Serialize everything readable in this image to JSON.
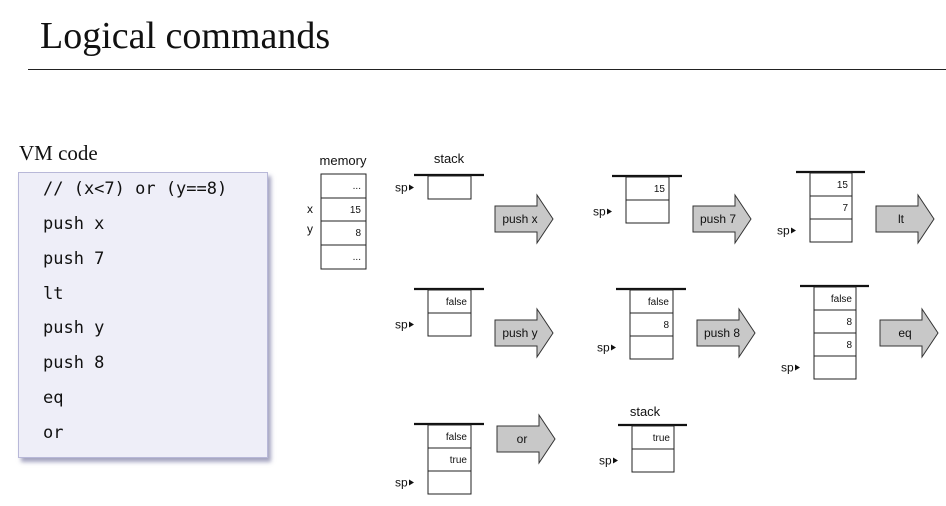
{
  "slide": {
    "title": "Logical commands"
  },
  "vm_code": {
    "heading": "VM code",
    "lines": [
      "// (x<7) or (y==8)",
      "push x",
      "push 7",
      "lt",
      "push y",
      "push 8",
      "eq",
      "or"
    ]
  },
  "memory": {
    "label": "memory",
    "rows": [
      {
        "name": "",
        "value": "..."
      },
      {
        "name": "x",
        "value": "15"
      },
      {
        "name": "y",
        "value": "8"
      },
      {
        "name": "",
        "value": "..."
      }
    ]
  },
  "stack_label": "stack",
  "sp_label": "sp",
  "arrows": [
    "push x",
    "push 7",
    "lt",
    "push y",
    "push 8",
    "eq",
    "or"
  ],
  "stacks": [
    {
      "cells": [],
      "empty": 1
    },
    {
      "cells": [
        "15"
      ],
      "empty": 1
    },
    {
      "cells": [
        "15",
        "7"
      ],
      "empty": 1
    },
    {
      "cells": [
        "false"
      ],
      "empty": 1
    },
    {
      "cells": [
        "false",
        "8"
      ],
      "empty": 1
    },
    {
      "cells": [
        "false",
        "8",
        "8"
      ],
      "empty": 1
    },
    {
      "cells": [
        "false",
        "true"
      ],
      "empty": 1
    },
    {
      "cells": [
        "true"
      ],
      "empty": 1
    }
  ]
}
